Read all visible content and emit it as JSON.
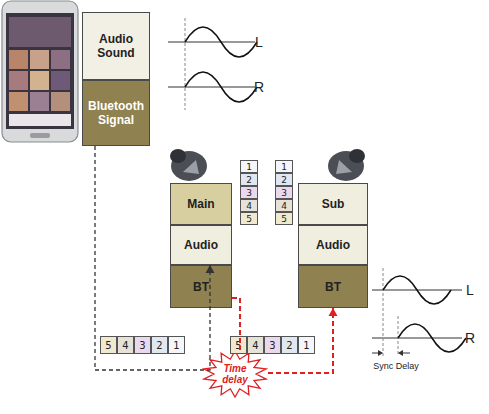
{
  "diagram": {
    "nodes": [
      {
        "text": [
          "Audio Sound"
        ]
      },
      {
        "text": [
          "Bluetooth Signal"
        ]
      },
      {
        "text": [
          "Main"
        ]
      },
      {
        "text": [
          "Audio"
        ]
      },
      {
        "text": [
          "BT"
        ]
      },
      {
        "text": [
          "Sub"
        ]
      },
      {
        "text": [
          "Audio"
        ]
      },
      {
        "text": [
          "BT"
        ]
      },
      {
        "text": [
          "Time delay"
        ]
      }
    ],
    "edges": [
      {
        "from": 1,
        "to": 3,
        "arrow": "to"
      },
      {
        "from": 4,
        "to": 8,
        "arrow": "none"
      },
      {
        "from": 8,
        "to": 7,
        "arrow": "to"
      }
    ],
    "labels": [
      "L",
      "R",
      "1",
      "2",
      "3",
      "4",
      "5",
      "1",
      "2",
      "3",
      "4",
      "5",
      "5",
      "4",
      "3",
      "2",
      "1",
      "5",
      "4",
      "3",
      "2",
      "1",
      "L",
      "R",
      "Sync Delay"
    ]
  }
}
